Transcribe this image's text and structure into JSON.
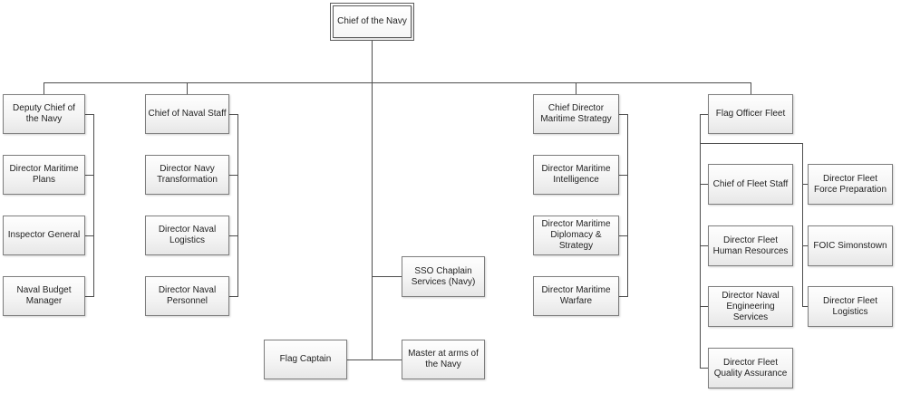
{
  "org": {
    "root": "Chief of the Navy",
    "deputy": {
      "head": "Deputy Chief of the Navy",
      "children": [
        "Director Maritime Plans",
        "Inspector General",
        "Naval Budget Manager"
      ]
    },
    "navalStaff": {
      "head": "Chief of Naval Staff",
      "children": [
        "Director Navy Transformation",
        "Director Naval Logistics",
        "Director Naval Personnel"
      ]
    },
    "central": {
      "sso": "SSO Chaplain Services (Navy)",
      "flagCaptain": "Flag Captain",
      "masterAtArms": "Master at arms of the Navy"
    },
    "maritime": {
      "head": "Chief Director Maritime Strategy",
      "children": [
        "Director Maritime Intelligence",
        "Director Maritime Diplomacy & Strategy",
        "Director Maritime Warfare"
      ]
    },
    "fleet": {
      "head": "Flag Officer Fleet",
      "left": [
        "Chief of Fleet Staff",
        "Director Fleet Human Resources",
        "Director Naval Engineering Services",
        "Director Fleet Quality Assurance"
      ],
      "right": [
        "Director Fleet Force Preparation",
        "FOIC Simonstown",
        "Director Fleet Logistics"
      ]
    }
  },
  "colors": {
    "background": "#ffffff",
    "box_border": "#7d7d7d",
    "box_fill_top": "#fefefe",
    "box_fill_bottom": "#e7e7e7",
    "connector_line": "#4d4d4d",
    "text": "#1f1f1f"
  }
}
